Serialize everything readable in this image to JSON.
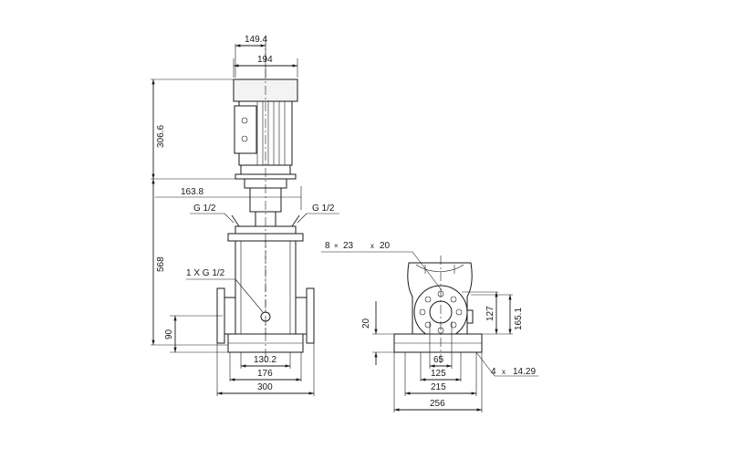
{
  "colors": {
    "line": "#1a1a1a",
    "background": "#ffffff"
  },
  "front_view": {
    "dim_motor_inner_width": "149.4",
    "dim_motor_width": "194",
    "dim_motor_height": "306.6",
    "dim_head_width": "163.8",
    "port_left": "G 1/2",
    "port_right": "G 1/2",
    "dim_pump_height": "568",
    "drain_label": "1 X G 1/2",
    "dim_inlet_height": "90",
    "dim_base_inner": "130.2",
    "dim_base_mid": "176",
    "dim_flange_span": "300"
  },
  "side_view": {
    "bolt_count": "8",
    "bolt_hole": "23",
    "pcd_prefix": "x",
    "pcd": "20",
    "dim_foot_thickness": "20",
    "dim_flange_center": "127",
    "dim_flange_top": "165.1",
    "dim_bore": "65",
    "dim_inner": "125",
    "dim_foot_holes": "215",
    "dim_base_width": "256",
    "foot_hole_count": "4",
    "foot_hole_prefix": "x",
    "foot_hole_size": "14.29"
  }
}
